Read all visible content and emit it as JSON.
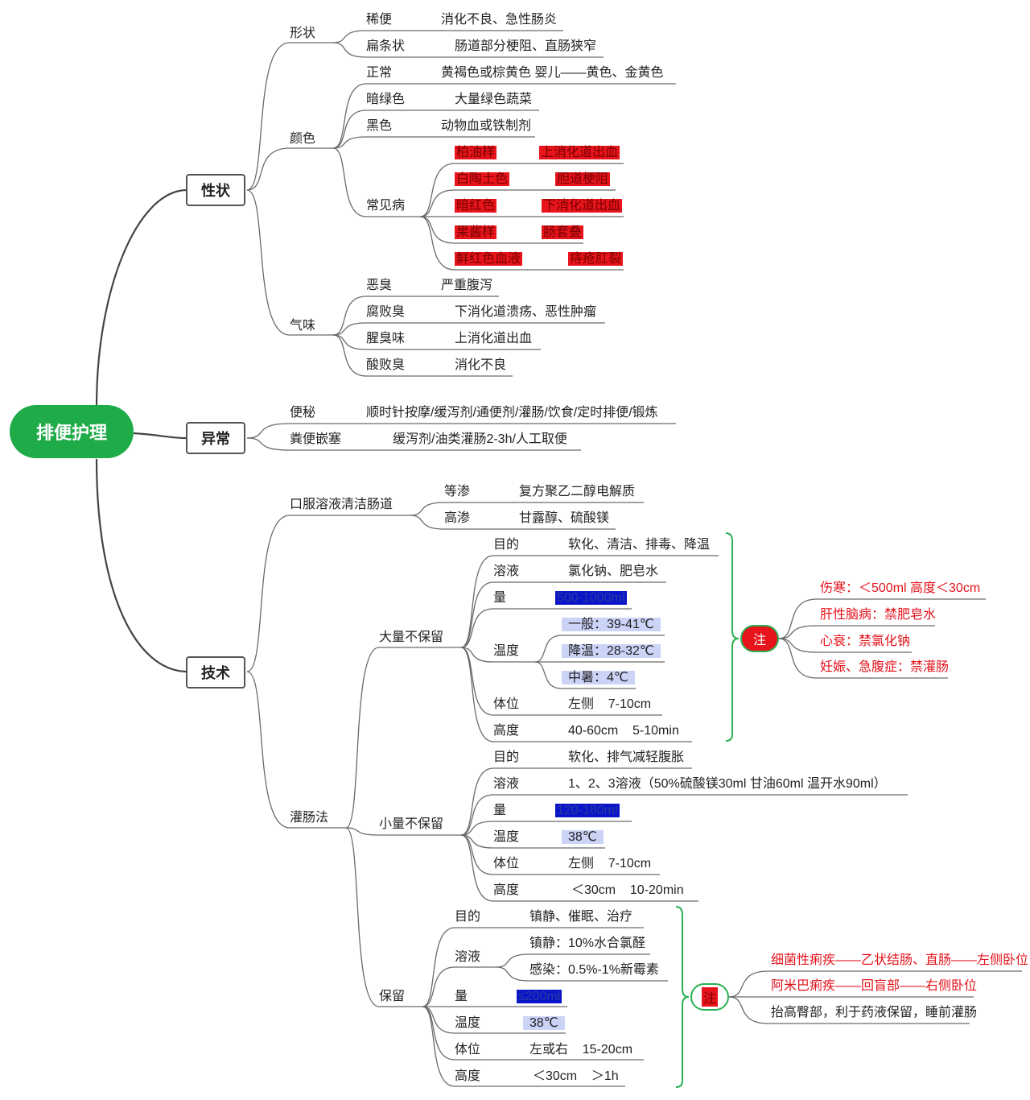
{
  "root": "排便护理",
  "categories": {
    "xingzhuang": "性状",
    "yichang": "异常",
    "jishu": "技术"
  },
  "xingzhuang": {
    "shape": {
      "label": "形状",
      "items": [
        {
          "name": "稀便",
          "desc": "消化不良、急性肠炎"
        },
        {
          "name": "扁条状",
          "desc": "肠道部分梗阻、直肠狭窄"
        }
      ]
    },
    "color": {
      "label": "颜色",
      "items": [
        {
          "name": "正常",
          "desc": "黄褐色或棕黄色 婴儿——黄色、金黄色"
        },
        {
          "name": "暗绿色",
          "desc": "大量绿色蔬菜"
        },
        {
          "name": "黑色",
          "desc": "动物血或铁制剂"
        }
      ],
      "common_disease": {
        "label": "常见病",
        "items": [
          {
            "name": "柏油样",
            "desc": "上消化道出血"
          },
          {
            "name": "白陶土色",
            "desc": "胆道梗阻"
          },
          {
            "name": "暗红色",
            "desc": "下消化道出血"
          },
          {
            "name": "果酱样",
            "desc": "肠套叠"
          },
          {
            "name": "鲜红色血液",
            "desc": "痔疮肛裂"
          }
        ]
      }
    },
    "smell": {
      "label": "气味",
      "items": [
        {
          "name": "恶臭",
          "desc": "严重腹泻"
        },
        {
          "name": "腐败臭",
          "desc": "下消化道溃疡、恶性肿瘤"
        },
        {
          "name": "腥臭味",
          "desc": "上消化道出血"
        },
        {
          "name": "酸败臭",
          "desc": "消化不良"
        }
      ]
    }
  },
  "yichang": {
    "items": [
      {
        "name": "便秘",
        "desc": "顺时针按摩/缓泻剂/通便剂/灌肠/饮食/定时排便/锻炼"
      },
      {
        "name": "粪便嵌塞",
        "desc": "缓泻剂/油类灌肠2-3h/人工取便"
      }
    ]
  },
  "jishu": {
    "oral": {
      "label": "口服溶液清洁肠道",
      "items": [
        {
          "name": "等渗",
          "desc": "复方聚乙二醇电解质"
        },
        {
          "name": "高渗",
          "desc": "甘露醇、硫酸镁"
        }
      ]
    },
    "enema": {
      "label": "灌肠法",
      "large": {
        "label": "大量不保留",
        "purpose": {
          "name": "目的",
          "desc": "软化、清洁、排毒、降温"
        },
        "solution": {
          "name": "溶液",
          "desc": "氯化钠、肥皂水"
        },
        "amount": {
          "name": "量",
          "desc": "500-1000ml"
        },
        "temp": {
          "name": "温度",
          "values": [
            "一般：39-41℃",
            "降温：28-32℃",
            "中暑：4℃"
          ]
        },
        "position": {
          "name": "体位",
          "desc": "左侧    7-10cm"
        },
        "height": {
          "name": "高度",
          "desc": "40-60cm    5-10min"
        },
        "note": {
          "label": "注",
          "items": [
            "伤寒：＜500ml 高度＜30cm",
            "肝性脑病：禁肥皂水",
            "心衰：禁氯化钠",
            "妊娠、急腹症：禁灌肠"
          ]
        }
      },
      "small": {
        "label": "小量不保留",
        "purpose": {
          "name": "目的",
          "desc": "软化、排气减轻腹胀"
        },
        "solution": {
          "name": "溶液",
          "desc": "1、2、3溶液（50%硫酸镁30ml 甘油60ml 温开水90ml）"
        },
        "amount": {
          "name": "量",
          "desc": "120-180ml"
        },
        "temp": {
          "name": "温度",
          "desc": "38℃"
        },
        "position": {
          "name": "体位",
          "desc": "左侧    7-10cm"
        },
        "height": {
          "name": "高度",
          "desc": "＜30cm    10-20min"
        }
      },
      "retention": {
        "label": "保留",
        "purpose": {
          "name": "目的",
          "desc": "镇静、催眠、治疗"
        },
        "solution": {
          "name": "溶液",
          "values": [
            "镇静：10%水合氯醛",
            "感染：0.5%-1%新霉素"
          ]
        },
        "amount": {
          "name": "量",
          "desc": "≤200ml"
        },
        "temp": {
          "name": "温度",
          "desc": "38℃"
        },
        "position": {
          "name": "体位",
          "desc": "左或右    15-20cm"
        },
        "height": {
          "name": "高度",
          "desc": "＜30cm    ＞1h"
        },
        "note": {
          "label": "注",
          "items": [
            "细菌性痢疾——乙状结肠、直肠——左侧卧位",
            "阿米巴痢疾——回盲部——右侧卧位",
            "抬高臀部，利于药液保留，睡前灌肠"
          ]
        }
      }
    }
  },
  "colors": {
    "root": "#1fab48",
    "line": "#555555",
    "bracket": "#2bb052",
    "highlight_red": "#e8141c",
    "highlight_blue": "#0a14c8",
    "highlight_lavender": "#cbd3f7",
    "note_text_red": "#e3111b"
  }
}
